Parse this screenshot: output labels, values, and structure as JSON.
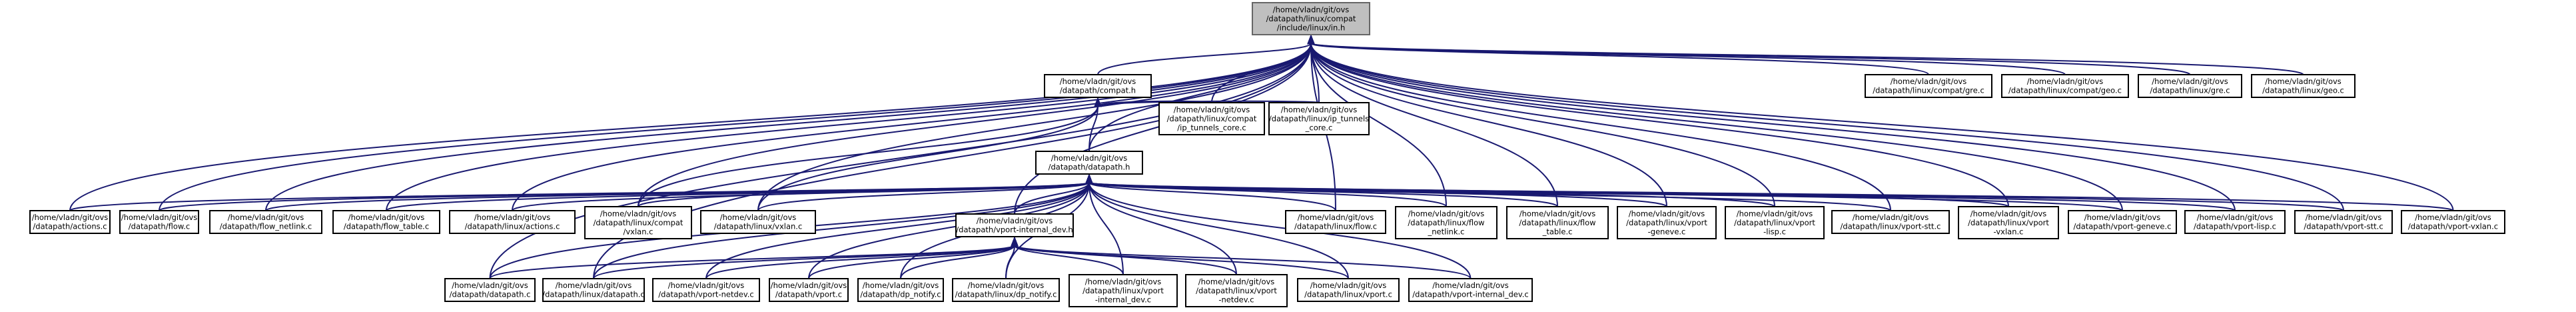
{
  "nodes": [
    {
      "id": "root",
      "lines": [
        "/home/vladn/git/ovs",
        "/datapath/linux/compat",
        "/include/linux/in.h"
      ],
      "root": true
    },
    {
      "id": "compat_h",
      "lines": [
        "/home/vladn/git/ovs",
        "/datapath/compat.h"
      ]
    },
    {
      "id": "datapath_h",
      "lines": [
        "/home/vladn/git/ovs",
        "/datapath/datapath.h"
      ]
    },
    {
      "id": "vport_internal_dev_h",
      "lines": [
        "/home/vladn/git/ovs",
        "/datapath/vport-internal_dev.h"
      ]
    },
    {
      "id": "ip_tunnels_core_compat",
      "lines": [
        "/home/vladn/git/ovs",
        "/datapath/linux/compat",
        "/ip_tunnels_core.c"
      ]
    },
    {
      "id": "ip_tunnels_core",
      "lines": [
        "/home/vladn/git/ovs",
        "/datapath/linux/ip_tunnels",
        "_core.c"
      ]
    },
    {
      "id": "gre_compat",
      "lines": [
        "/home/vladn/git/ovs",
        "/datapath/linux/compat/gre.c"
      ]
    },
    {
      "id": "geo_compat",
      "lines": [
        "/home/vladn/git/ovs",
        "/datapath/linux/compat/geo.c"
      ]
    },
    {
      "id": "gre_linux",
      "lines": [
        "/home/vladn/git/ovs",
        "/datapath/linux/gre.c"
      ]
    },
    {
      "id": "geo_linux",
      "lines": [
        "/home/vladn/git/ovs",
        "/datapath/linux/geo.c"
      ]
    },
    {
      "id": "actions",
      "lines": [
        "/home/vladn/git/ovs",
        "/datapath/actions.c"
      ]
    },
    {
      "id": "flow",
      "lines": [
        "/home/vladn/git/ovs",
        "/datapath/flow.c"
      ]
    },
    {
      "id": "flow_netlink",
      "lines": [
        "/home/vladn/git/ovs",
        "/datapath/flow_netlink.c"
      ]
    },
    {
      "id": "flow_table",
      "lines": [
        "/home/vladn/git/ovs",
        "/datapath/flow_table.c"
      ]
    },
    {
      "id": "linux_actions",
      "lines": [
        "/home/vladn/git/ovs",
        "/datapath/linux/actions.c"
      ]
    },
    {
      "id": "linux_compat_vxlan",
      "lines": [
        "/home/vladn/git/ovs",
        "/datapath/linux/compat",
        "/vxlan.c"
      ]
    },
    {
      "id": "linux_vxlan",
      "lines": [
        "/home/vladn/git/ovs",
        "/datapath/linux/vxlan.c"
      ]
    },
    {
      "id": "linux_flow",
      "lines": [
        "/home/vladn/git/ovs",
        "/datapath/linux/flow.c"
      ]
    },
    {
      "id": "linux_flow_netlink",
      "lines": [
        "/home/vladn/git/ovs",
        "/datapath/linux/flow",
        "_netlink.c"
      ]
    },
    {
      "id": "linux_flow_table",
      "lines": [
        "/home/vladn/git/ovs",
        "/datapath/linux/flow",
        "_table.c"
      ]
    },
    {
      "id": "linux_vport_geneve",
      "lines": [
        "/home/vladn/git/ovs",
        "/datapath/linux/vport",
        "-geneve.c"
      ]
    },
    {
      "id": "linux_vport_lisp",
      "lines": [
        "/home/vladn/git/ovs",
        "/datapath/linux/vport",
        "-lisp.c"
      ]
    },
    {
      "id": "linux_vport_stt",
      "lines": [
        "/home/vladn/git/ovs",
        "/datapath/linux/vport-stt.c"
      ]
    },
    {
      "id": "linux_vport_vxlan",
      "lines": [
        "/home/vladn/git/ovs",
        "/datapath/linux/vport",
        "-vxlan.c"
      ]
    },
    {
      "id": "vport_geneve",
      "lines": [
        "/home/vladn/git/ovs",
        "/datapath/vport-geneve.c"
      ]
    },
    {
      "id": "vport_lisp",
      "lines": [
        "/home/vladn/git/ovs",
        "/datapath/vport-lisp.c"
      ]
    },
    {
      "id": "vport_stt",
      "lines": [
        "/home/vladn/git/ovs",
        "/datapath/vport-stt.c"
      ]
    },
    {
      "id": "vport_vxlan",
      "lines": [
        "/home/vladn/git/ovs",
        "/datapath/vport-vxlan.c"
      ]
    },
    {
      "id": "datapath_c",
      "lines": [
        "/home/vladn/git/ovs",
        "/datapath/datapath.c"
      ]
    },
    {
      "id": "linux_datapath_c",
      "lines": [
        "/home/vladn/git/ovs",
        "/datapath/linux/datapath.c"
      ]
    },
    {
      "id": "vport_netdev",
      "lines": [
        "/home/vladn/git/ovs",
        "/datapath/vport-netdev.c"
      ]
    },
    {
      "id": "vport_c",
      "lines": [
        "/home/vladn/git/ovs",
        "/datapath/vport.c"
      ]
    },
    {
      "id": "dp_notify",
      "lines": [
        "/home/vladn/git/ovs",
        "/datapath/dp_notify.c"
      ]
    },
    {
      "id": "linux_dp_notify",
      "lines": [
        "/home/vladn/git/ovs",
        "/datapath/linux/dp_notify.c"
      ]
    },
    {
      "id": "linux_vport_internal_dev",
      "lines": [
        "/home/vladn/git/ovs",
        "/datapath/linux/vport",
        "-internal_dev.c"
      ]
    },
    {
      "id": "linux_vport_netdev",
      "lines": [
        "/home/vladn/git/ovs",
        "/datapath/linux/vport",
        "-netdev.c"
      ]
    },
    {
      "id": "linux_vport_c",
      "lines": [
        "/home/vladn/git/ovs",
        "/datapath/linux/vport.c"
      ]
    },
    {
      "id": "vport_internal_dev_c",
      "lines": [
        "/home/vladn/git/ovs",
        "/datapath/vport-internal_dev.c"
      ]
    }
  ],
  "edges": [
    [
      "compat_h",
      "root"
    ],
    [
      "datapath_h",
      "root"
    ],
    [
      "vport_internal_dev_h",
      "root"
    ],
    [
      "ip_tunnels_core_compat",
      "root"
    ],
    [
      "ip_tunnels_core",
      "root"
    ],
    [
      "gre_compat",
      "root"
    ],
    [
      "geo_compat",
      "root"
    ],
    [
      "gre_linux",
      "root"
    ],
    [
      "geo_linux",
      "root"
    ],
    [
      "actions",
      "root"
    ],
    [
      "flow",
      "root"
    ],
    [
      "flow_netlink",
      "root"
    ],
    [
      "flow_table",
      "root"
    ],
    [
      "linux_actions",
      "root"
    ],
    [
      "linux_compat_vxlan",
      "root"
    ],
    [
      "linux_vxlan",
      "root"
    ],
    [
      "linux_flow",
      "root"
    ],
    [
      "linux_flow_netlink",
      "root"
    ],
    [
      "linux_flow_table",
      "root"
    ],
    [
      "linux_vport_geneve",
      "root"
    ],
    [
      "linux_vport_lisp",
      "root"
    ],
    [
      "linux_vport_stt",
      "root"
    ],
    [
      "linux_vport_vxlan",
      "root"
    ],
    [
      "vport_geneve",
      "root"
    ],
    [
      "vport_lisp",
      "root"
    ],
    [
      "vport_stt",
      "root"
    ],
    [
      "vport_vxlan",
      "root"
    ],
    [
      "datapath_c",
      "root"
    ],
    [
      "linux_datapath_c",
      "root"
    ],
    [
      "datapath_h",
      "compat_h"
    ],
    [
      "ip_tunnels_core_compat",
      "compat_h"
    ],
    [
      "ip_tunnels_core",
      "compat_h"
    ],
    [
      "linux_compat_vxlan",
      "compat_h"
    ],
    [
      "linux_vxlan",
      "compat_h"
    ],
    [
      "actions",
      "datapath_h"
    ],
    [
      "flow",
      "datapath_h"
    ],
    [
      "flow_netlink",
      "datapath_h"
    ],
    [
      "flow_table",
      "datapath_h"
    ],
    [
      "linux_actions",
      "datapath_h"
    ],
    [
      "linux_compat_vxlan",
      "datapath_h"
    ],
    [
      "linux_vxlan",
      "datapath_h"
    ],
    [
      "linux_flow",
      "datapath_h"
    ],
    [
      "linux_flow_netlink",
      "datapath_h"
    ],
    [
      "linux_flow_table",
      "datapath_h"
    ],
    [
      "linux_vport_geneve",
      "datapath_h"
    ],
    [
      "linux_vport_lisp",
      "datapath_h"
    ],
    [
      "linux_vport_stt",
      "datapath_h"
    ],
    [
      "linux_vport_vxlan",
      "datapath_h"
    ],
    [
      "vport_geneve",
      "datapath_h"
    ],
    [
      "vport_lisp",
      "datapath_h"
    ],
    [
      "vport_stt",
      "datapath_h"
    ],
    [
      "vport_vxlan",
      "datapath_h"
    ],
    [
      "vport_internal_dev_h",
      "datapath_h"
    ],
    [
      "datapath_c",
      "datapath_h"
    ],
    [
      "linux_datapath_c",
      "datapath_h"
    ],
    [
      "vport_netdev",
      "datapath_h"
    ],
    [
      "vport_c",
      "datapath_h"
    ],
    [
      "dp_notify",
      "datapath_h"
    ],
    [
      "linux_dp_notify",
      "datapath_h"
    ],
    [
      "linux_vport_internal_dev",
      "datapath_h"
    ],
    [
      "linux_vport_netdev",
      "datapath_h"
    ],
    [
      "linux_vport_c",
      "datapath_h"
    ],
    [
      "vport_internal_dev_c",
      "datapath_h"
    ],
    [
      "datapath_c",
      "vport_internal_dev_h"
    ],
    [
      "linux_datapath_c",
      "vport_internal_dev_h"
    ],
    [
      "vport_netdev",
      "vport_internal_dev_h"
    ],
    [
      "vport_c",
      "vport_internal_dev_h"
    ],
    [
      "dp_notify",
      "vport_internal_dev_h"
    ],
    [
      "linux_dp_notify",
      "vport_internal_dev_h"
    ],
    [
      "linux_vport_internal_dev",
      "vport_internal_dev_h"
    ],
    [
      "linux_vport_netdev",
      "vport_internal_dev_h"
    ],
    [
      "linux_vport_c",
      "vport_internal_dev_h"
    ],
    [
      "vport_internal_dev_c",
      "vport_internal_dev_h"
    ]
  ]
}
